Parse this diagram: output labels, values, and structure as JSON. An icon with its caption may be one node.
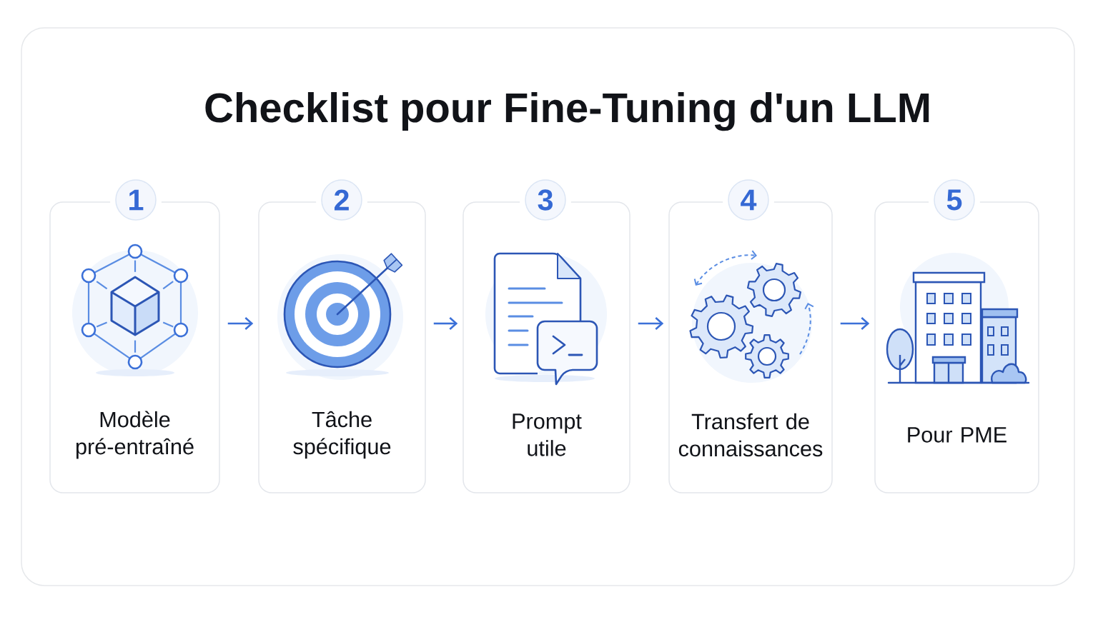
{
  "diagram": {
    "title": "Checklist pour Fine-Tuning d'un LLM",
    "nodes": [
      {
        "text": [
          "1"
        ]
      },
      {
        "text": [
          "Modèle pré-entraîné"
        ]
      },
      {
        "text": [
          "2"
        ]
      },
      {
        "text": [
          "Tâche spécifique"
        ]
      },
      {
        "text": [
          "3"
        ]
      },
      {
        "text": [
          "Prompt utile"
        ]
      },
      {
        "text": [
          "4"
        ]
      },
      {
        "text": [
          "Transfert de connaissances"
        ]
      },
      {
        "text": [
          "5"
        ]
      },
      {
        "text": [
          "Pour PME"
        ]
      }
    ],
    "edges": [
      {
        "from": 1,
        "to": 3,
        "arrow": "to"
      },
      {
        "from": 3,
        "to": 5,
        "arrow": "to"
      },
      {
        "from": 5,
        "to": 7,
        "arrow": "to"
      },
      {
        "from": 7,
        "to": 9,
        "arrow": "to"
      }
    ]
  }
}
